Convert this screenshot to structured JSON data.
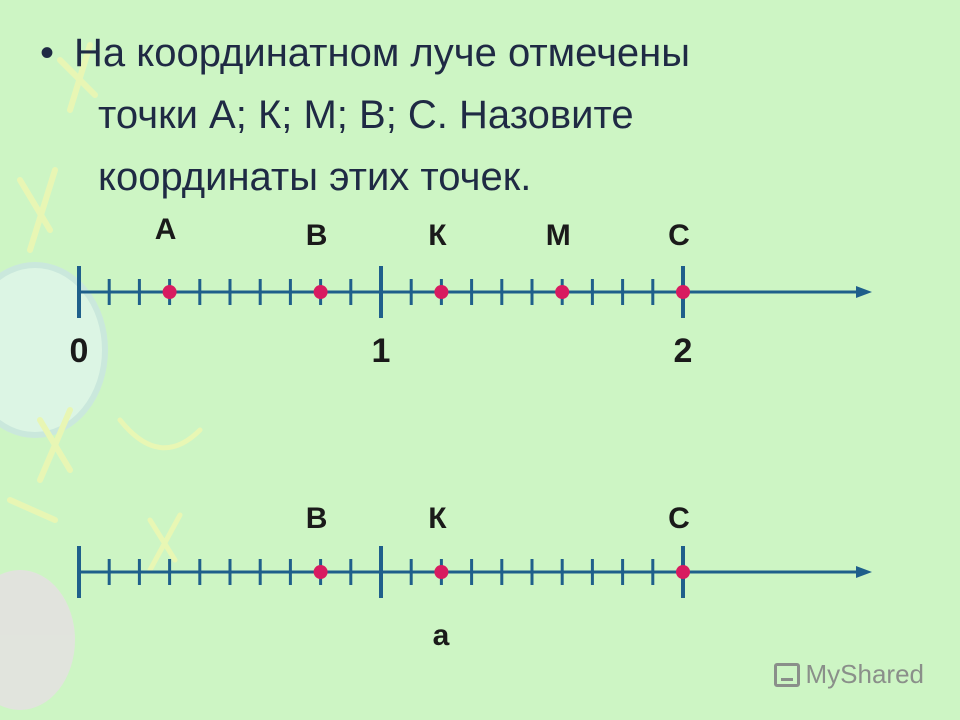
{
  "slide": {
    "bullet": "•",
    "lines": [
      "На координатном луче отмечены",
      "точки А; К; М; В; С. Назовите",
      "координаты этих точек."
    ]
  },
  "colors": {
    "background": "#cdf5c4",
    "ray": "#1f5f8b",
    "point": "#d81b60",
    "text": "#1f2a44"
  },
  "rays": [
    {
      "id": "ray1",
      "divisions_per_unit": 10,
      "units_shown": 2,
      "unit_labels": [
        "0",
        "1",
        "2"
      ],
      "points": [
        {
          "label": "А",
          "value": 0.3
        },
        {
          "label": "В",
          "value": 0.8
        },
        {
          "label": "К",
          "value": 1.2
        },
        {
          "label": "М",
          "value": 1.6
        },
        {
          "label": "С",
          "value": 2.0
        }
      ],
      "extra_label": ""
    },
    {
      "id": "ray2",
      "divisions_per_unit": 10,
      "units_shown": 2,
      "unit_labels": [],
      "points": [
        {
          "label": "В",
          "value": 0.8
        },
        {
          "label": "К",
          "value": 1.2
        },
        {
          "label": "С",
          "value": 2.0
        }
      ],
      "extra_label": "а"
    }
  ],
  "watermark": {
    "text": "MyShared",
    "icon": "presentation-icon"
  }
}
